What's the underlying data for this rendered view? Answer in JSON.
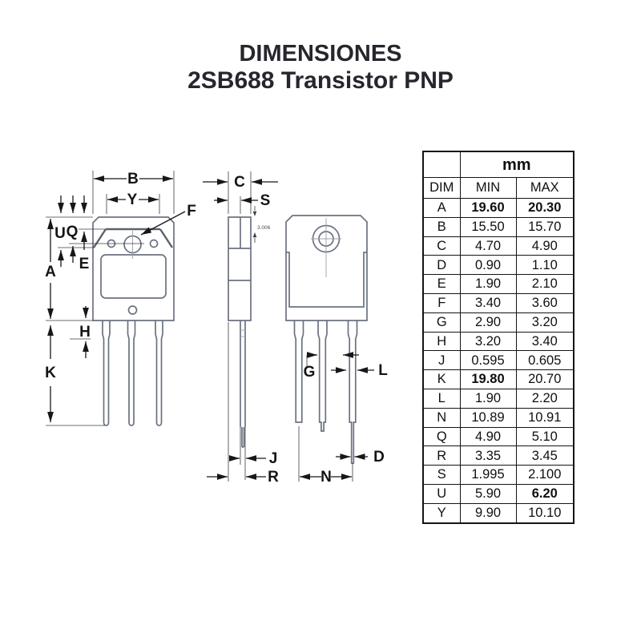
{
  "title": {
    "line1": "DIMENSIONES",
    "line2": "2SB688 Transistor PNP"
  },
  "diagram": {
    "labels": {
      "A": "A",
      "B": "B",
      "C": "C",
      "D": "D",
      "E": "E",
      "F": "F",
      "G": "G",
      "H": "H",
      "J": "J",
      "K": "K",
      "L": "L",
      "N": "N",
      "Q": "Q",
      "R": "R",
      "S": "S",
      "U": "U",
      "Y": "Y"
    },
    "side_note": "3.006"
  },
  "table": {
    "unit_header": "mm",
    "columns": [
      "DIM",
      "MIN",
      "MAX"
    ],
    "rows": [
      {
        "dim": "A",
        "min": "19.60",
        "max": "20.30",
        "bold": [
          "min",
          "max"
        ]
      },
      {
        "dim": "B",
        "min": "15.50",
        "max": "15.70",
        "bold": []
      },
      {
        "dim": "C",
        "min": "4.70",
        "max": "4.90",
        "bold": []
      },
      {
        "dim": "D",
        "min": "0.90",
        "max": "1.10",
        "bold": []
      },
      {
        "dim": "E",
        "min": "1.90",
        "max": "2.10",
        "bold": []
      },
      {
        "dim": "F",
        "min": "3.40",
        "max": "3.60",
        "bold": []
      },
      {
        "dim": "G",
        "min": "2.90",
        "max": "3.20",
        "bold": []
      },
      {
        "dim": "H",
        "min": "3.20",
        "max": "3.40",
        "bold": []
      },
      {
        "dim": "J",
        "min": "0.595",
        "max": "0.605",
        "bold": []
      },
      {
        "dim": "K",
        "min": "19.80",
        "max": "20.70",
        "bold": [
          "min"
        ]
      },
      {
        "dim": "L",
        "min": "1.90",
        "max": "2.20",
        "bold": []
      },
      {
        "dim": "N",
        "min": "10.89",
        "max": "10.91",
        "bold": []
      },
      {
        "dim": "Q",
        "min": "4.90",
        "max": "5.10",
        "bold": []
      },
      {
        "dim": "R",
        "min": "3.35",
        "max": "3.45",
        "bold": []
      },
      {
        "dim": "S",
        "min": "1.995",
        "max": "2.100",
        "bold": []
      },
      {
        "dim": "U",
        "min": "5.90",
        "max": "6.20",
        "bold": [
          "max"
        ]
      },
      {
        "dim": "Y",
        "min": "9.90",
        "max": "10.10",
        "bold": []
      }
    ]
  },
  "colors": {
    "outline_gray": "#6b7280",
    "dimension_black": "#17171a",
    "table_border": "#141414",
    "title_text": "#26262e"
  }
}
